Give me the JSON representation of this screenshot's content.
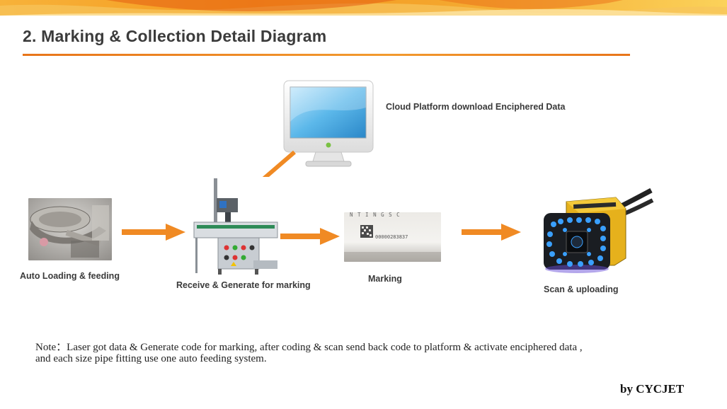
{
  "slide": {
    "title": "2. Marking & Collection Detail Diagram",
    "colors": {
      "accent": "#e8751a",
      "arrow": "#f08a24",
      "banner": "#f6a21c"
    }
  },
  "diagram": {
    "cloud_label": "Cloud  Platform download Enciphered Data",
    "stages": [
      {
        "label": "Auto Loading & feeding",
        "icon": "vibratory-bowl-feeder-photo"
      },
      {
        "label": "Receive & Generate for marking",
        "icon": "laser-marking-machine-photo"
      },
      {
        "label": "Marking",
        "icon": "marked-pipe-datamatrix-photo"
      },
      {
        "label": "Scan & uploading",
        "icon": "barcode-scanner-photo"
      }
    ],
    "pipe_text_top": "N T I N G   S C",
    "pipe_code_text": "00000283837"
  },
  "note": {
    "line1": "Note：Laser got data & Generate code for marking, after coding & scan send back  code to platform & activate enciphered data ,",
    "line2": "and each size pipe fitting use one auto feeding system."
  },
  "footer": {
    "byline": "by CYCJET"
  }
}
